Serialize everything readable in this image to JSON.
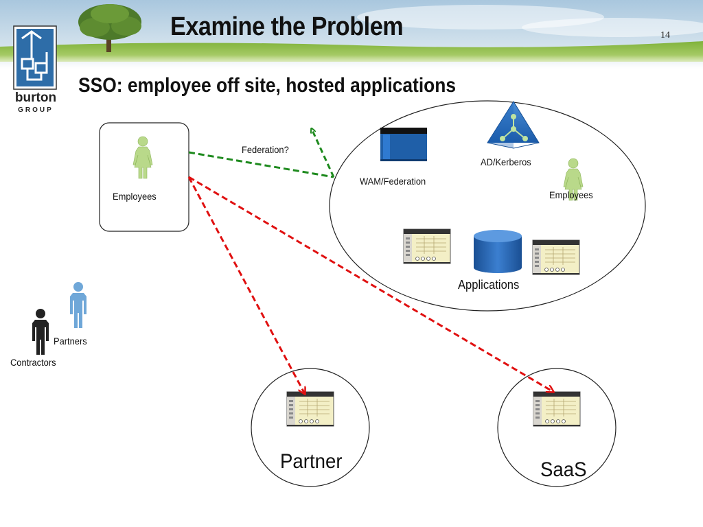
{
  "slide": {
    "title": "Examine the Problem",
    "page_number": "14",
    "subtitle": "SSO: employee off site, hosted applications"
  },
  "logo": {
    "line1": "burton",
    "line2": "GROUP"
  },
  "diagram": {
    "federation_label": "Federation?",
    "employees_left_label": "Employees",
    "wam_label": "WAM/Federation",
    "ad_label": "AD/Kerberos",
    "employees_right_label": "Employees",
    "applications_label": "Applications",
    "partners_label": "Partners",
    "contractors_label": "Contractors",
    "partner_label": "Partner",
    "saas_label": "SaaS"
  },
  "colors": {
    "green_arrow": "#1e8a1e",
    "red_arrow": "#e01010",
    "employee_figure": "#b9d98a",
    "partner_figure": "#6fa7d8",
    "contractor_figure": "#222222",
    "server_blue": "#1f5fa8",
    "app_window_yellow": "#f3efc6"
  },
  "icons": [
    "employee-female-icon",
    "server-icon",
    "directory-triangle-icon",
    "database-icon",
    "application-window-icon",
    "person-icon"
  ]
}
